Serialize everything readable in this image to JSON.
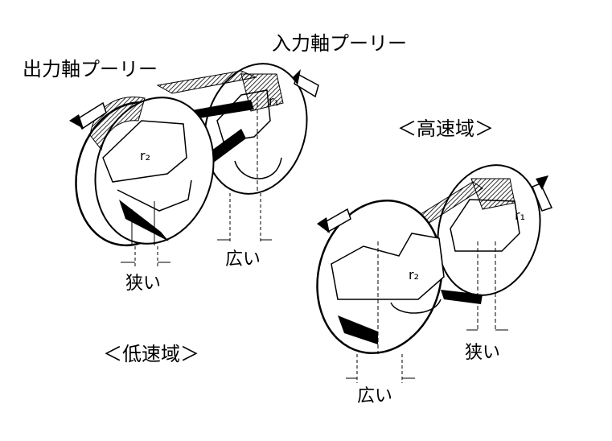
{
  "labels": {
    "input_pulley": "入力軸プーリー",
    "output_pulley": "出力軸プーリー",
    "high_speed": "＜高速域＞",
    "low_speed": "＜低速域＞",
    "narrow_low": "狭い",
    "wide_low": "広い",
    "narrow_high": "狭い",
    "wide_high": "広い",
    "r1_low": "r₁",
    "r2_low": "r₂",
    "r1_high": "r₁",
    "r2_high": "r₂"
  },
  "colors": {
    "ink": "#000000",
    "paper": "#ffffff"
  }
}
